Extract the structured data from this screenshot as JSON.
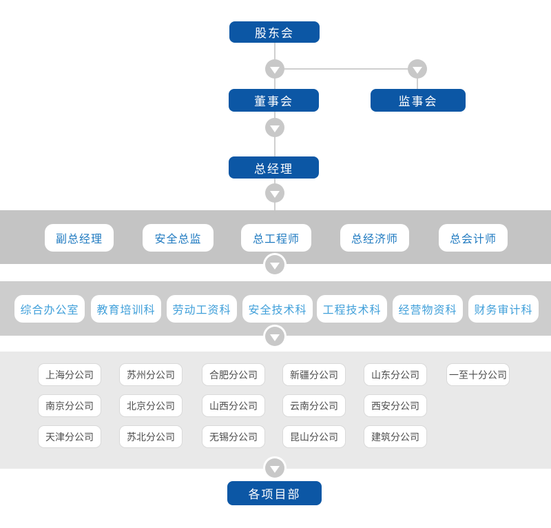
{
  "colors": {
    "primary_blue": "#0c57a5",
    "band1_bg": "#c4c4c4",
    "band2_bg": "#cdcdcd",
    "band3_bg": "#e9e9e9",
    "band1_text": "#1f7ac0",
    "band2_text": "#41a0da",
    "band3_text": "#4d4d4d",
    "connector": "#cfcfcf",
    "circle": "#c8c8c8"
  },
  "org_chart": {
    "top_nodes": {
      "shareholders": "股东会",
      "board": "董事会",
      "supervisory": "监事会",
      "general_manager": "总经理"
    },
    "band1": {
      "items": [
        "副总经理",
        "安全总监",
        "总工程师",
        "总经济师",
        "总会计师"
      ]
    },
    "band2": {
      "items": [
        "综合办公室",
        "教育培训科",
        "劳动工资科",
        "安全技术科",
        "工程技术科",
        "经营物资科",
        "财务审计科"
      ]
    },
    "band3": {
      "rows": [
        [
          "上海分公司",
          "苏州分公司",
          "合肥分公司",
          "新疆分公司",
          "山东分公司",
          "一至十分公司"
        ],
        [
          "南京分公司",
          "北京分公司",
          "山西分公司",
          "云南分公司",
          "西安分公司"
        ],
        [
          "天津分公司",
          "苏北分公司",
          "无锡分公司",
          "昆山分公司",
          "建筑分公司"
        ]
      ]
    },
    "bottom_node": "各项目部"
  }
}
